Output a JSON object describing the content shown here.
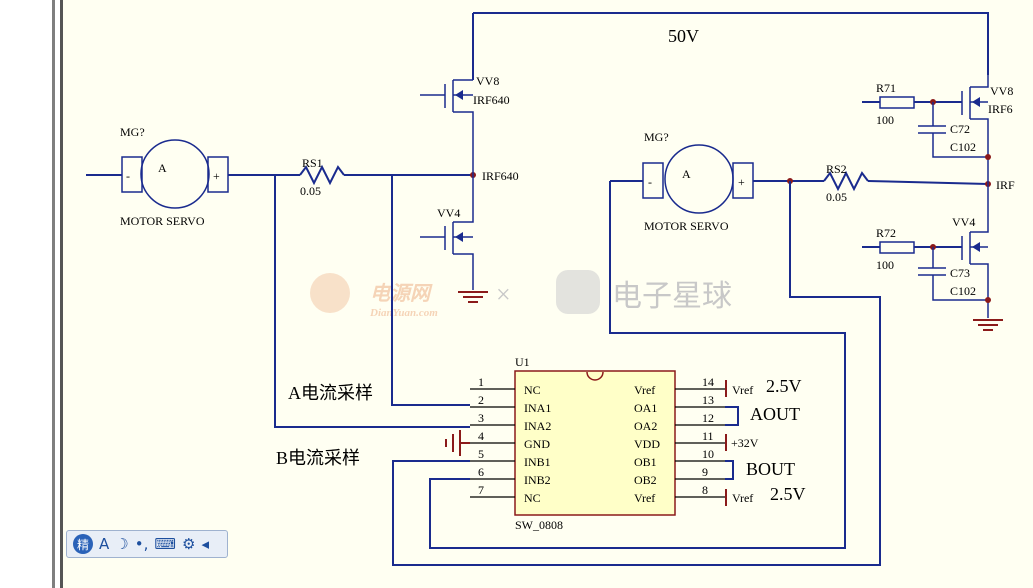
{
  "schematic": {
    "supply_label": "50V",
    "left_motor": {
      "designator": "MG?",
      "symbol": "A",
      "minus": "-",
      "plus": "+",
      "value": "MOTOR SERVO"
    },
    "right_motor": {
      "designator": "MG?",
      "symbol": "A",
      "minus": "-",
      "plus": "+",
      "value": "MOTOR SERVO"
    },
    "rs1": {
      "designator": "RS1",
      "value": "0.05"
    },
    "rs2": {
      "designator": "RS2",
      "value": "0.05"
    },
    "q_top_left": {
      "designator": "VV8",
      "value": "IRF640"
    },
    "q_mid_label": "IRF640",
    "q_bot_left": {
      "designator": "VV4"
    },
    "q_top_right": {
      "designator": "VV8",
      "value": "IRF6"
    },
    "q_mid_right_label": "IRF",
    "q_bot_right": {
      "designator": "VV4"
    },
    "r71": {
      "designator": "R71",
      "value": "100"
    },
    "r72": {
      "designator": "R72",
      "value": "100"
    },
    "c72": {
      "designator": "C72",
      "value": "C102"
    },
    "c73": {
      "designator": "C73",
      "value": "C102"
    },
    "label_a_current": "A电流采样",
    "label_b_current": "B电流采样",
    "ic": {
      "designator": "U1",
      "part": "SW_0808",
      "left_pins": [
        {
          "num": "1",
          "name": "NC"
        },
        {
          "num": "2",
          "name": "INA1"
        },
        {
          "num": "3",
          "name": "INA2"
        },
        {
          "num": "4",
          "name": "GND"
        },
        {
          "num": "5",
          "name": "INB1"
        },
        {
          "num": "6",
          "name": "INB2"
        },
        {
          "num": "7",
          "name": "NC"
        }
      ],
      "right_pins": [
        {
          "num": "14",
          "name": "Vref"
        },
        {
          "num": "13",
          "name": "OA1"
        },
        {
          "num": "12",
          "name": "OA2"
        },
        {
          "num": "11",
          "name": "VDD"
        },
        {
          "num": "10",
          "name": "OB1"
        },
        {
          "num": "9",
          "name": "OB2"
        },
        {
          "num": "8",
          "name": "Vref"
        }
      ]
    },
    "vref_top_port": "Vref",
    "vref_top_value": "2.5V",
    "aout_label": "AOUT",
    "vdd_port": "+32V",
    "bout_label": "BOUT",
    "vref_bot_port": "Vref",
    "vref_bot_value": "2.5V"
  },
  "watermark": {
    "site_cn": "电源网",
    "site_en": "DianYuan.com",
    "separator": "×",
    "partner": "电子星球"
  },
  "toolbar": {
    "logo": "精",
    "font_button": "A",
    "moon_button": "☽",
    "punct_button": "•,",
    "keyboard_button": "⌨",
    "settings_button": "⚙",
    "collapse_button": "◂"
  },
  "colors": {
    "wire": "#1a2b8e",
    "ic_fill": "#ffffc8",
    "sheet_bg": "#fffff2",
    "port": "#8b1a1a"
  }
}
